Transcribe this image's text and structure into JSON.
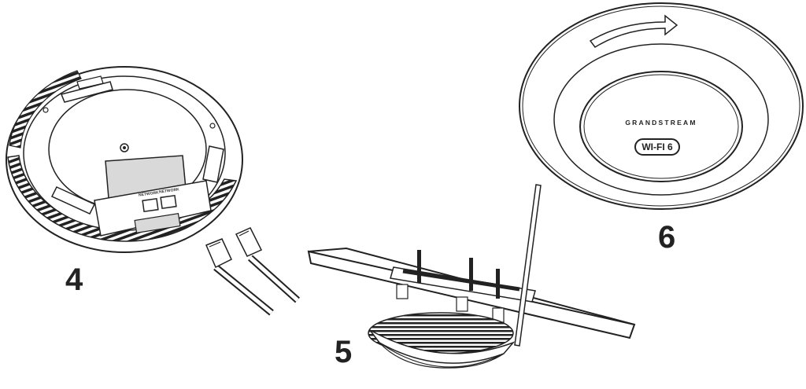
{
  "steps": {
    "step_4": "4",
    "step_5": "5",
    "step_6": "6"
  },
  "device": {
    "brand": "GRANDSTREAM",
    "badge": "WI-FI 6",
    "port_label_1": "NETWORK",
    "port_label_2": "NETWORK"
  },
  "colors": {
    "line": "#222222",
    "shade": "#d9d9d9",
    "background": "#ffffff"
  }
}
